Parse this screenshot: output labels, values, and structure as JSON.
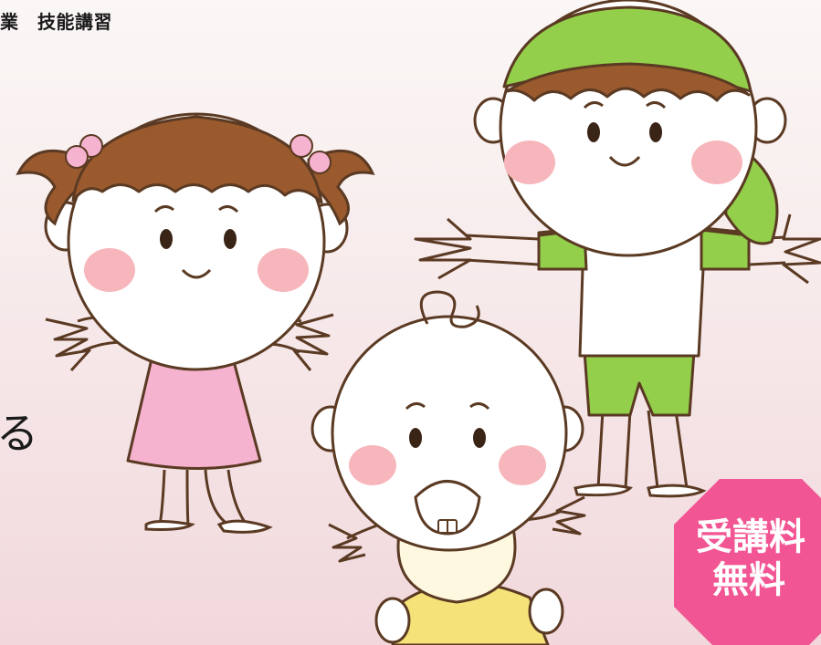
{
  "header": {
    "label": "業　技能講習"
  },
  "content": {
    "partial_text": "る"
  },
  "badge": {
    "line1": "受講料",
    "line2": "無料",
    "color": "#f25593"
  },
  "colors": {
    "skin": "#ffffff",
    "outline": "#5b3a23",
    "hair": "#9a5a2e",
    "cheek": "#f7b6bb",
    "dress": "#f6b3d0",
    "hat": "#93cf4b",
    "bib": "#fff8e0",
    "pants_baby": "#f5e37a"
  }
}
